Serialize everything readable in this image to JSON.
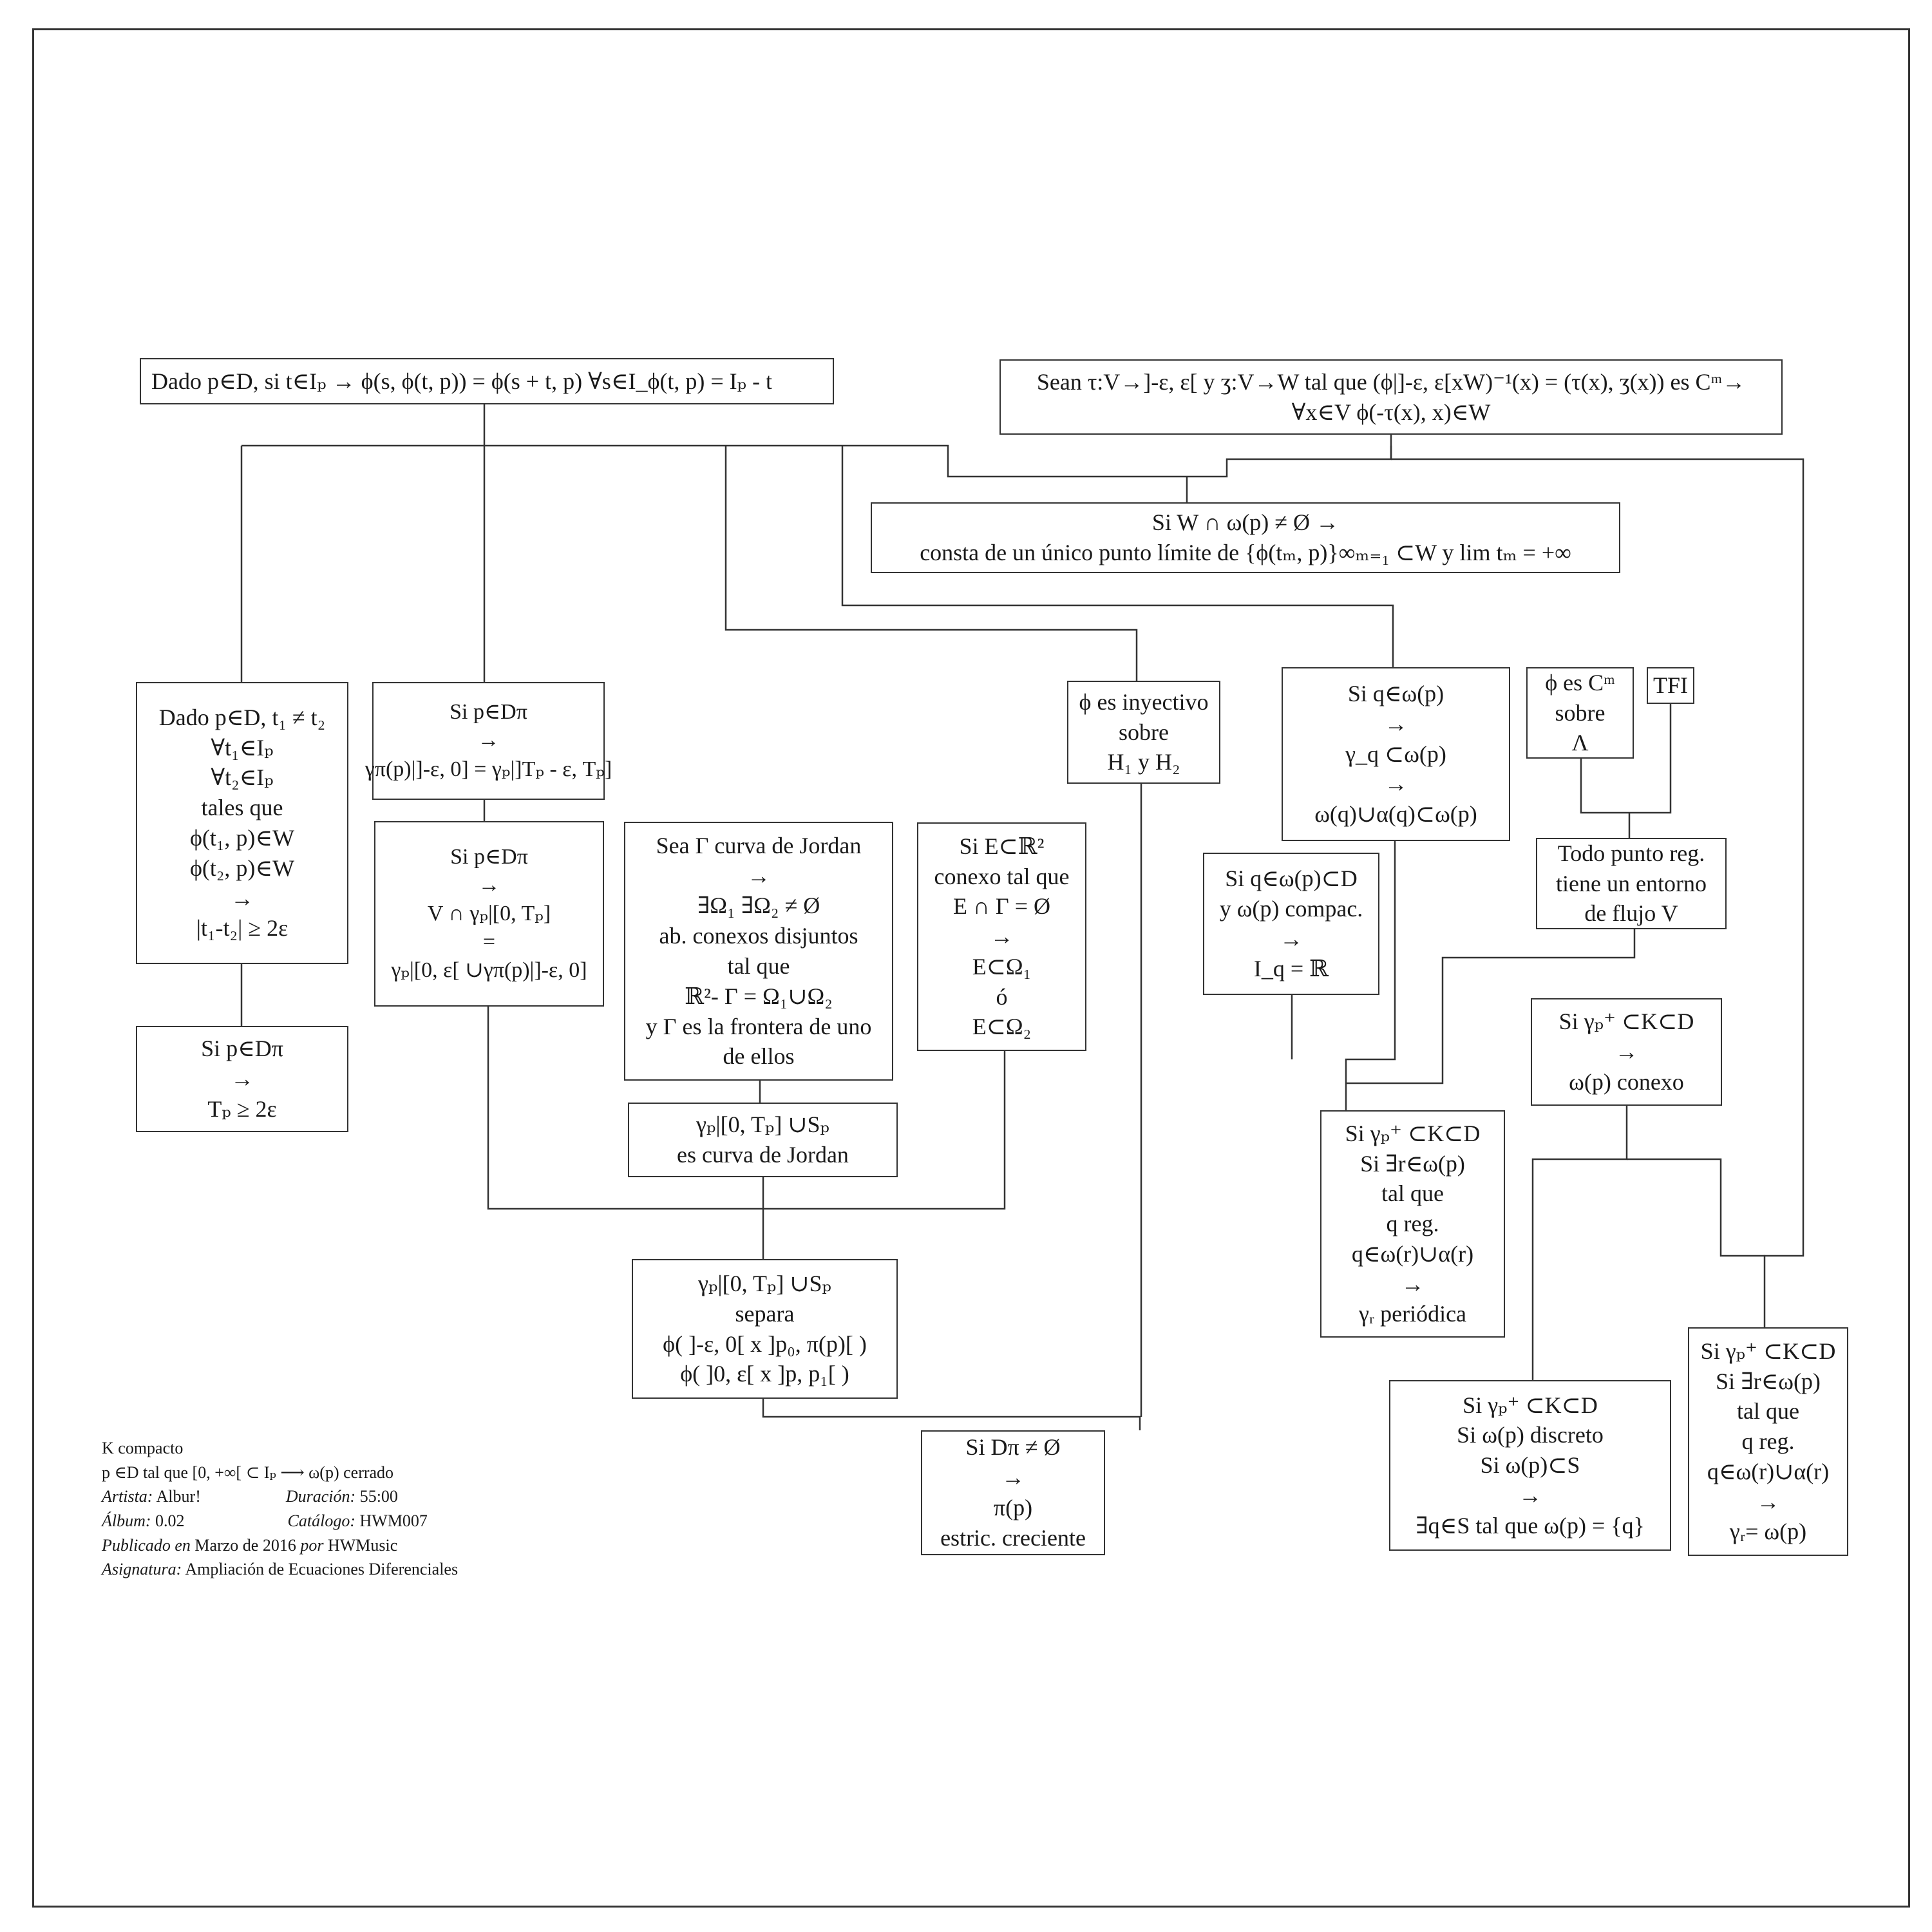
{
  "boxes": {
    "dado": [
      "Dado p∈D, si t∈Iₚ → ϕ(s, ϕ(t, p)) = ϕ(s + t, p)   ∀s∈I_ϕ(t, p) = Iₚ - t"
    ],
    "sean": [
      "Sean τ:V→]-ε, ε[ y ʒ:V→W tal que (ϕ|]-ε, ε[xW)⁻¹(x) = (τ(x), ʒ(x)) es Cᵐ→",
      "∀x∈V   ϕ(-τ(x), x)∈W"
    ],
    "siW": [
      "Si W ∩ ω(p) ≠ Ø →",
      "consta de un único punto límite de {ϕ(tₘ, p)}∞ₘ₌₁ ⊂W y lim tₘ = +∞"
    ],
    "dado2": [
      "Dado p∈D, t₁ ≠ t₂",
      "∀t₁∈Iₚ",
      "∀t₂∈Iₚ",
      "tales que",
      "ϕ(t₁, p)∈W",
      "ϕ(t₂, p)∈W",
      "→",
      "|t₁-t₂| ≥ 2ε"
    ],
    "sipd1": [
      "Si p∈Dπ",
      "→",
      "γπ(p)|]-ε, 0] = γₚ|]Tₚ - ε, Tₚ]"
    ],
    "phiiny": [
      "ϕ es inyectivo",
      "sobre",
      "H₁ y H₂"
    ],
    "siqw": [
      "Si q∈ω(p)",
      "→",
      "γ_q ⊂ω(p)",
      "→",
      "ω(q)∪α(q)⊂ω(p)"
    ],
    "phicm": [
      "ϕ es Cᵐ",
      "sobre",
      "Λ"
    ],
    "tfi": [
      "TFI"
    ],
    "sipd2": [
      "Si p∈Dπ",
      "→",
      "V ∩ γₚ|[0, Tₚ]",
      "=",
      "γₚ|[0, ε[ ∪γπ(p)|]-ε, 0]"
    ],
    "jordan": [
      "Sea Γ curva de Jordan",
      "→",
      "∃Ω₁  ∃Ω₂ ≠ Ø",
      "ab. conexos disjuntos",
      "tal que",
      "ℝ²- Γ = Ω₁∪Ω₂",
      "y Γ es la frontera de uno",
      "de ellos"
    ],
    "sie": [
      "Si E⊂ℝ²",
      "conexo tal que",
      "E ∩ Γ = Ø",
      "→",
      "E⊂Ω₁",
      "ó",
      "E⊂Ω₂"
    ],
    "siqwd": [
      "Si q∈ω(p)⊂D",
      "y ω(p) compac.",
      "→",
      "I_q = ℝ"
    ],
    "todo": [
      "Todo punto reg.",
      "tiene un entorno",
      "de flujo V"
    ],
    "sipd3": [
      "Si p∈Dπ",
      "→",
      "Tₚ ≥ 2ε"
    ],
    "gammacurva": [
      "γₚ|[0, Tₚ] ∪Sₚ",
      "es curva de Jordan"
    ],
    "sigamma1": [
      "Si γₚ⁺ ⊂K⊂D",
      "→",
      "ω(p) conexo"
    ],
    "sigamma2": [
      "Si γₚ⁺ ⊂K⊂D",
      "Si ∃r∈ω(p)",
      "tal que",
      "q reg.",
      "q∈ω(r)∪α(r)",
      "→",
      "γᵣ periódica"
    ],
    "separa": [
      "γₚ|[0, Tₚ] ∪Sₚ",
      "separa",
      "ϕ( ]-ε, 0[ x ]p₀, π(p)[ )",
      "ϕ( ]0, ε[ x ]p, p₁[ )"
    ],
    "sidpi": [
      "Si Dπ ≠ Ø",
      "→",
      "π(p)",
      "estric. creciente"
    ],
    "sigamma3": [
      "Si γₚ⁺ ⊂K⊂D",
      "Si ω(p) discreto",
      "Si ω(p)⊂S",
      "→",
      "∃q∈S tal que ω(p) = {q}"
    ],
    "sigamma4": [
      "Si γₚ⁺ ⊂K⊂D",
      "Si ∃r∈ω(p)",
      "tal que",
      "q reg.",
      "q∈ω(r)∪α(r)",
      "→",
      "γᵣ= ω(p)"
    ]
  },
  "caption": {
    "line1": "K compacto",
    "line2": "p ∈D tal que [0, +∞[ ⊂ Iₚ ⟶  ω(p) cerrado",
    "artist_label": "Artista:",
    "artist": "Albur!",
    "duration_label": "Duración:",
    "duration": "55:00",
    "album_label": "Álbum:",
    "album": "0.02",
    "catalog_label": "Catálogo:",
    "catalog": "HWM007",
    "published_a": "Publicado en",
    "published_date": "Marzo de 2016",
    "published_b": "por",
    "publisher": "HWMusic",
    "subject_label": "Asignatura:",
    "subject": "Ampliación de Ecuaciones Diferenciales"
  }
}
